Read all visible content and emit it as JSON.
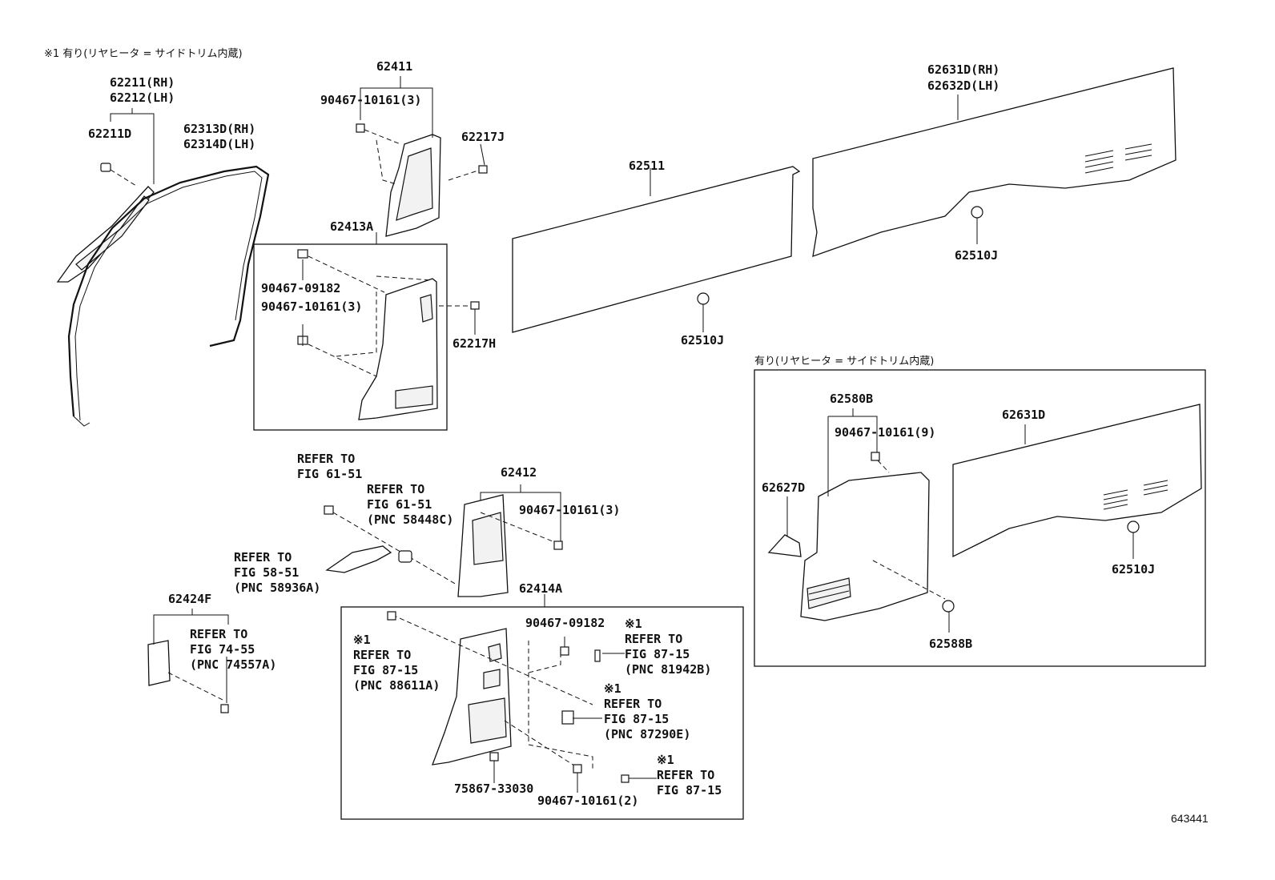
{
  "notes": {
    "top_left": "※1 有り(リヤヒータ = サイドトリム内蔵)",
    "right_box": "有り(リヤヒータ = サイドトリム内蔵)"
  },
  "figure_number": "643441",
  "labels": {
    "p62211_rh": "62211(RH)",
    "p62212_lh": "62212(LH)",
    "p62211d": "62211D",
    "p62313d_rh": "62313D(RH)",
    "p62314d_lh": "62314D(LH)",
    "p62411": "62411",
    "bolt_top_3": "90467-10161(3)",
    "p62217j": "62217J",
    "p62413a": "62413A",
    "clip_09182_a": "90467-09182",
    "clip_10161_3_a": "90467-10161(3)",
    "p62217h": "62217H",
    "p62511": "62511",
    "p62510j_mid": "62510J",
    "p62631d_rh": "62631D(RH)",
    "p62632d_lh": "62632D(LH)",
    "p62510j_top": "62510J",
    "refer_61_51_a": "REFER TO\nFIG 61-51",
    "refer_61_51_b": "REFER TO\nFIG 61-51\n(PNC 58448C)",
    "refer_58_51": "REFER TO\nFIG 58-51\n(PNC 58936A)",
    "p62412": "62412",
    "bolt_62412": "90467-10161(3)",
    "p62424f": "62424F",
    "refer_74_55": "REFER TO\nFIG 74-55\n(PNC 74557A)",
    "p62414a": "62414A",
    "refer_88611a": "※1\nREFER TO\nFIG 87-15\n(PNC 88611A)",
    "clip_09182_b": "90467-09182",
    "refer_81942b": "※1\nREFER TO\nFIG 87-15\n(PNC 81942B)",
    "refer_87290e": "※1\nREFER TO\nFIG 87-15\n(PNC 87290E)",
    "refer_87_15": "※1\nREFER TO\nFIG 87-15",
    "screw_75867": "75867-33030",
    "bolt_10161_2": "90467-10161(2)",
    "p62580b": "62580B",
    "bolt_10161_9": "90467-10161(9)",
    "p62627d": "62627D",
    "p62631d": "62631D",
    "p62510j_box": "62510J",
    "p62588b": "62588B"
  }
}
